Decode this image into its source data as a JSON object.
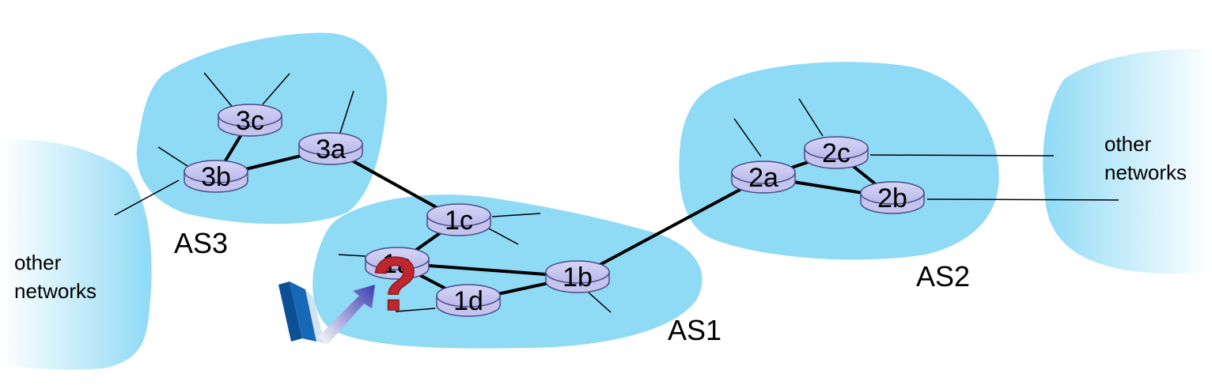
{
  "labels": {
    "as1": "AS1",
    "as2": "AS2",
    "as3": "AS3",
    "other_left_line1": "other",
    "other_left_line2": "networks",
    "other_right_line1": "other",
    "other_right_line2": "networks",
    "question": "?"
  },
  "routers": [
    {
      "id": "3c",
      "label": "3c"
    },
    {
      "id": "3b",
      "label": "3b"
    },
    {
      "id": "3a",
      "label": "3a"
    },
    {
      "id": "1c",
      "label": "1c"
    },
    {
      "id": "1a",
      "label": "1a"
    },
    {
      "id": "1d",
      "label": "1d"
    },
    {
      "id": "1b",
      "label": "1b"
    },
    {
      "id": "2a",
      "label": "2a"
    },
    {
      "id": "2c",
      "label": "2c"
    },
    {
      "id": "2b",
      "label": "2b"
    }
  ],
  "links": [
    [
      "3c",
      "3b"
    ],
    [
      "3b",
      "3a"
    ],
    [
      "3a",
      "1c"
    ],
    [
      "1c",
      "1a"
    ],
    [
      "1a",
      "1d"
    ],
    [
      "1a",
      "1b"
    ],
    [
      "1d",
      "1b"
    ],
    [
      "1b",
      "2a"
    ],
    [
      "2a",
      "2c"
    ],
    [
      "2a",
      "2b"
    ],
    [
      "2c",
      "2b"
    ]
  ],
  "colors": {
    "cloud": "#8fdaf5",
    "router_fill": "#c4c4ef",
    "router_stroke": "#4a4a88",
    "link": "#000000",
    "question": "#c0262d",
    "packet": "#1769b8"
  }
}
